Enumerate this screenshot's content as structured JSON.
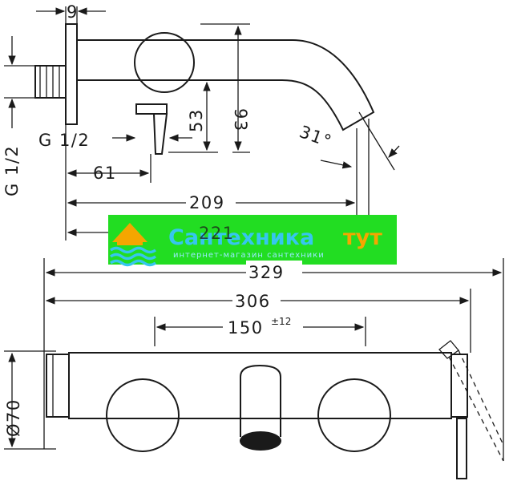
{
  "side_view": {
    "dim_9": "9",
    "dim_93": "93",
    "dim_53": "53",
    "dim_31deg": "31°",
    "dim_61": "61",
    "dim_209": "209",
    "dim_221": "221",
    "thread_label_h": "G 1/2",
    "thread_label_v": "G 1/2"
  },
  "front_view": {
    "dim_329": "329",
    "dim_306": "306",
    "dim_150": "150",
    "dim_150_tol": "±12",
    "dim_diameter": "Ø70"
  },
  "watermark": {
    "brand_main": "Сантехника",
    "brand_accent": "тут",
    "tagline": "интернет-магазин сантехники",
    "colors": {
      "background": "#22dd22",
      "main": "#36c6ee",
      "accent": "#f4a600",
      "tagline": "#9be8ff"
    }
  }
}
